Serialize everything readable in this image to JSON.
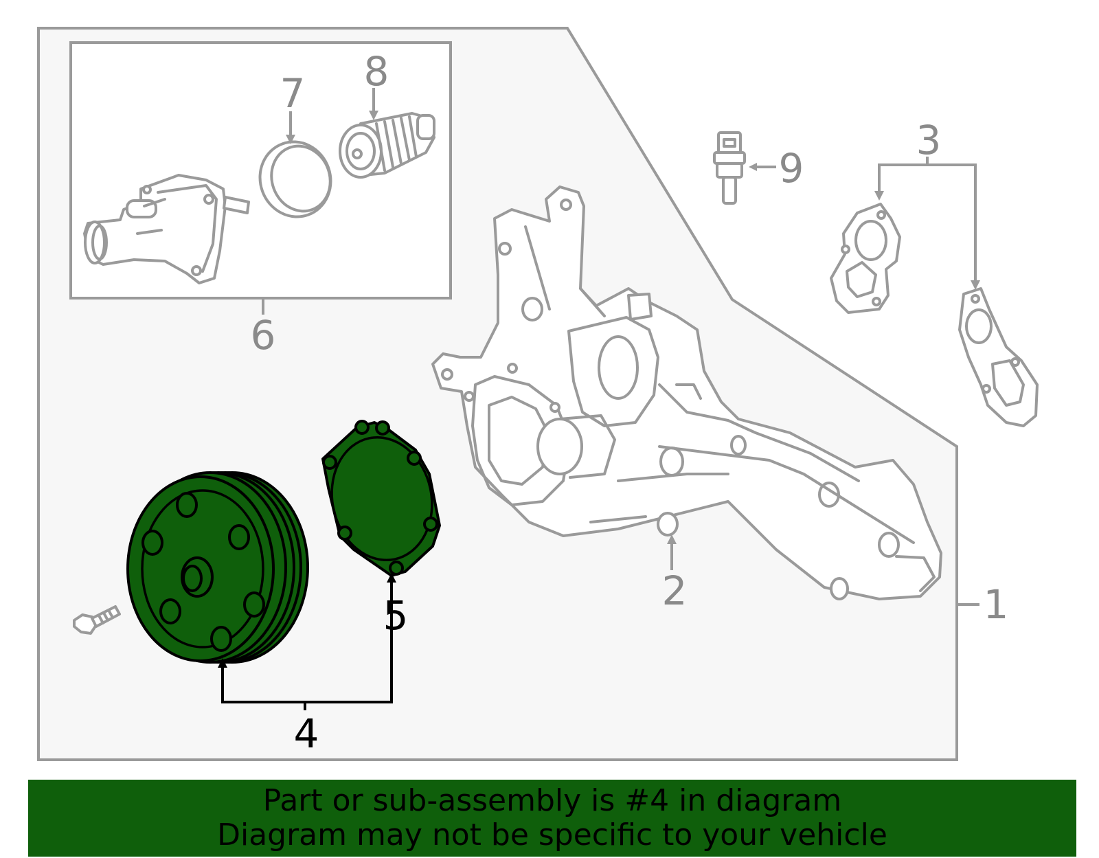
{
  "callouts": {
    "c1": "1",
    "c2": "2",
    "c3": "3",
    "c4": "4",
    "c5": "5",
    "c6": "6",
    "c7": "7",
    "c8": "8",
    "c9": "9"
  },
  "highlight": {
    "part_number": "4",
    "color": "#0f5f0b"
  },
  "colors": {
    "outline_grey": "#9a9a9a",
    "panel_fill": "#f7f7f7"
  },
  "banner": {
    "line1": "Part or sub-assembly is #4 in diagram",
    "line2": "Diagram may not be specific to your vehicle"
  }
}
